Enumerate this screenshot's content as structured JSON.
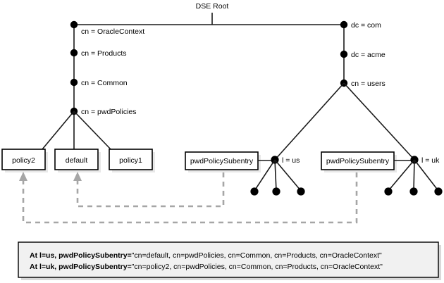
{
  "diagram": {
    "title": "DSE Root directory information tree with password policy subentries",
    "root": {
      "label": "DSE Root"
    },
    "colors": {
      "line": "#1a1a1a",
      "node": "#000000",
      "dashed": "#a6a6a6",
      "box_fill": "#ffffff",
      "box_shadow": "#e8e8e8",
      "caption_fill": "#f1f1f1"
    },
    "left_branch": {
      "nodes": [
        {
          "label": "cn = OracleContext"
        },
        {
          "label": "cn = Products"
        },
        {
          "label": "cn = Common"
        },
        {
          "label": "cn = pwdPolicies"
        }
      ],
      "policy_boxes": [
        {
          "label": "policy2"
        },
        {
          "label": "default"
        },
        {
          "label": "policy1"
        }
      ]
    },
    "right_branch": {
      "nodes": [
        {
          "label": "dc = com"
        },
        {
          "label": "dc = acme"
        },
        {
          "label": "cn = users"
        }
      ],
      "locality_groups": [
        {
          "box_label": "pwdPolicySubentry",
          "node_label": "l = us",
          "leaf_count": 3
        },
        {
          "box_label": "pwdPolicySubentry",
          "node_label": "l = uk",
          "leaf_count": 3
        }
      ]
    },
    "caption": {
      "lines": [
        {
          "bold": "At l=us, pwdPolicySubentry=",
          "normal": "\"cn=default, cn=pwdPolicies, cn=Common, cn=Products, cn=OracleContext\""
        },
        {
          "bold": "At l=uk, pwdPolicySubentry=",
          "normal": "\"cn=policy2, cn=pwdPolicies, cn=Common, cn=Products, cn=OracleContext\""
        }
      ]
    }
  }
}
